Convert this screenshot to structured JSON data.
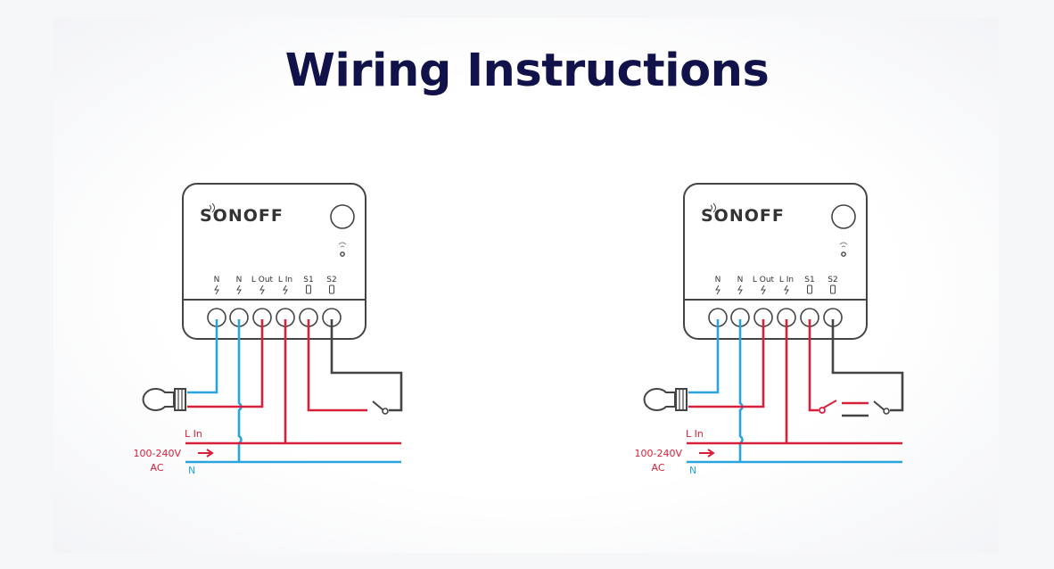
{
  "title": "Wiring Instructions",
  "colors": {
    "live": "#d8203a",
    "neutral": "#2aa4dc",
    "switch": "#444444",
    "title": "#12124a"
  },
  "diagrams": [
    {
      "id": "single-switch",
      "device": {
        "brand": "SONOFF",
        "terminals": [
          "N",
          "N",
          "L Out",
          "L In",
          "S1",
          "S2"
        ],
        "terminal_icons": [
          "bolt-icon",
          "bolt-icon",
          "bolt-icon",
          "bolt-icon",
          "switch-terminal-icon",
          "switch-terminal-icon"
        ]
      },
      "labels": {
        "line_in": "L In",
        "voltage": "100-240V",
        "ac": "AC",
        "neutral": "N"
      },
      "switch_type": "single"
    },
    {
      "id": "two-way-switch",
      "device": {
        "brand": "SONOFF",
        "terminals": [
          "N",
          "N",
          "L Out",
          "L In",
          "S1",
          "S2"
        ],
        "terminal_icons": [
          "bolt-icon",
          "bolt-icon",
          "bolt-icon",
          "bolt-icon",
          "switch-terminal-icon",
          "switch-terminal-icon"
        ]
      },
      "labels": {
        "line_in": "L In",
        "voltage": "100-240V",
        "ac": "AC",
        "neutral": "N"
      },
      "switch_type": "two-way"
    }
  ]
}
